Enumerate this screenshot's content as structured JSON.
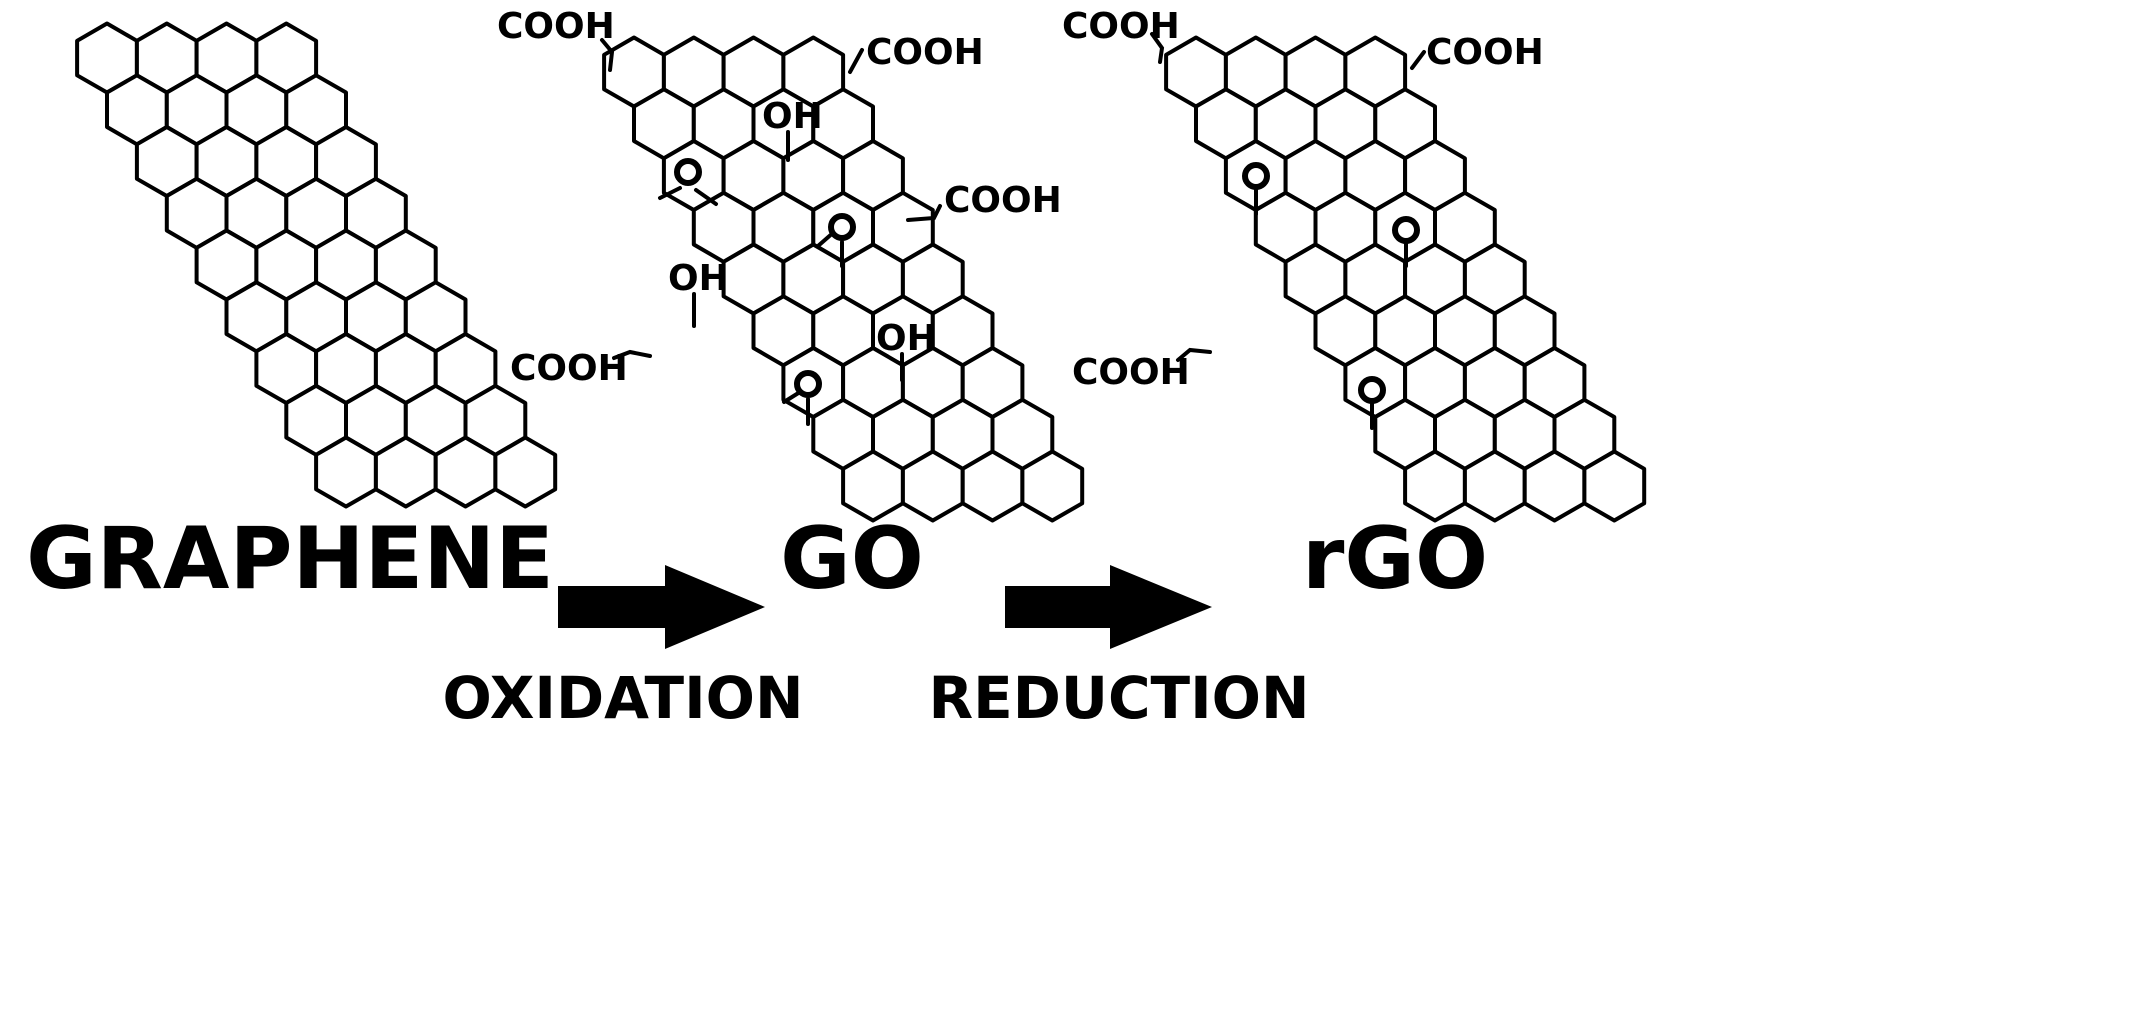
{
  "panels": {
    "graphene": {
      "label": "GRAPHENE"
    },
    "go": {
      "label": "GO"
    },
    "rgo": {
      "label": "rGO"
    }
  },
  "steps": {
    "oxidation": {
      "label": "OXIDATION"
    },
    "reduction": {
      "label": "REDUCTION"
    }
  },
  "groups": {
    "carboxyl": "COOH",
    "hydroxyl": "OH",
    "epoxy": "O"
  },
  "colors": {
    "ink": "#000000",
    "paper": "#ffffff"
  }
}
